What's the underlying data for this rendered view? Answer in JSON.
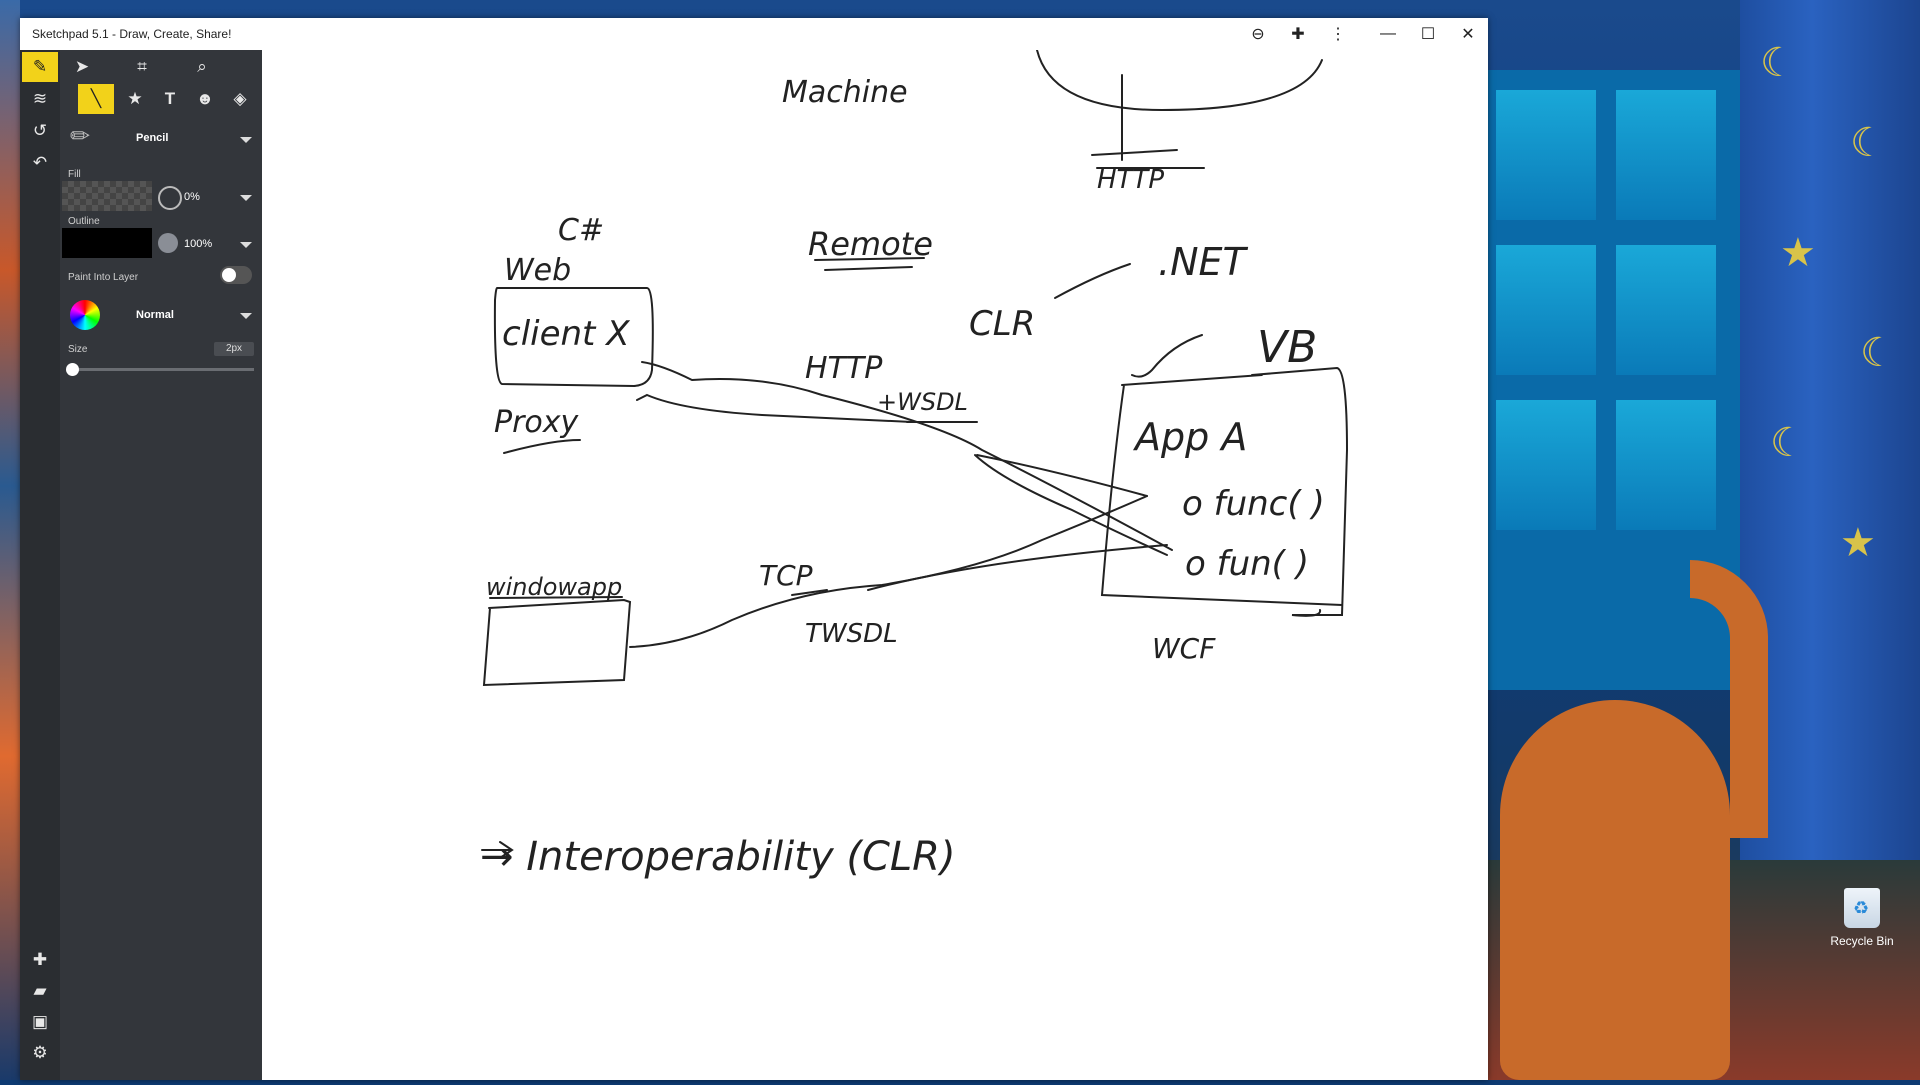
{
  "window": {
    "title": "Sketchpad 5.1 - Draw, Create, Share!"
  },
  "panel": {
    "tool_name": "Pencil",
    "fill_label": "Fill",
    "fill_value": "0%",
    "outline_label": "Outline",
    "outline_value": "100%",
    "paint_into_layer_label": "Paint Into Layer",
    "blend_mode": "Normal",
    "size_label": "Size",
    "size_value": "2px"
  },
  "desktop": {
    "recycle_bin_label": "Recycle Bin"
  },
  "canvas": {
    "texts": [
      "Machine",
      "HTTP",
      "C#",
      "Remote",
      ".NET",
      "Web",
      "client X",
      "CLR",
      "VB",
      "HTTP",
      "+WSDL",
      "Proxy",
      "App A",
      "o func( )",
      "o fun( )",
      "windowapp",
      "TCP",
      "TWSDL",
      "WCF",
      "→ Interoperability (CLR)"
    ]
  },
  "colors": {
    "accent": "#f2d21a",
    "panel_bg": "#33363b",
    "rail_bg": "#2a2d31"
  }
}
